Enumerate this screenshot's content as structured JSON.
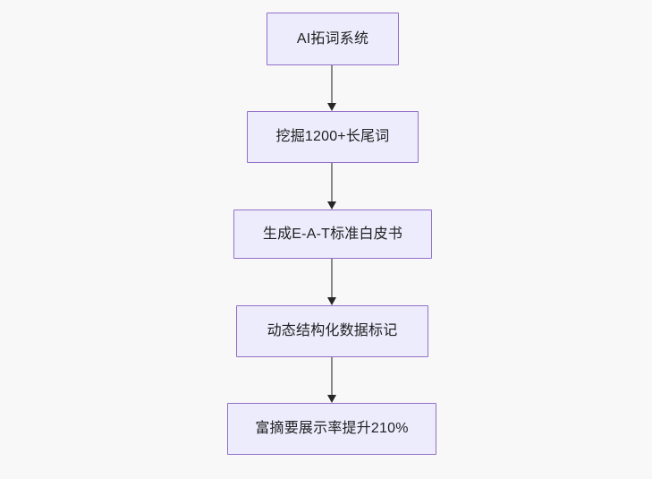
{
  "diagram": {
    "type": "flowchart",
    "direction": "top-to-bottom",
    "background_color": "#f8f8f8",
    "node_fill_color": "#ececfd",
    "node_border_color": "#9370c8",
    "node_text_color": "#1f2020",
    "edge_color": "#8a8a8a",
    "arrowhead_color": "#262626",
    "nodes": [
      {
        "id": "n1",
        "label": "AI拓词系统"
      },
      {
        "id": "n2",
        "label": "挖掘1200+长尾词"
      },
      {
        "id": "n3",
        "label": "生成E-A-T标准白皮书"
      },
      {
        "id": "n4",
        "label": "动态结构化数据标记"
      },
      {
        "id": "n5",
        "label": "富摘要展示率提升210%"
      }
    ],
    "edges": [
      {
        "from": "n1",
        "to": "n2"
      },
      {
        "from": "n2",
        "to": "n3"
      },
      {
        "from": "n3",
        "to": "n4"
      },
      {
        "from": "n4",
        "to": "n5"
      }
    ]
  }
}
